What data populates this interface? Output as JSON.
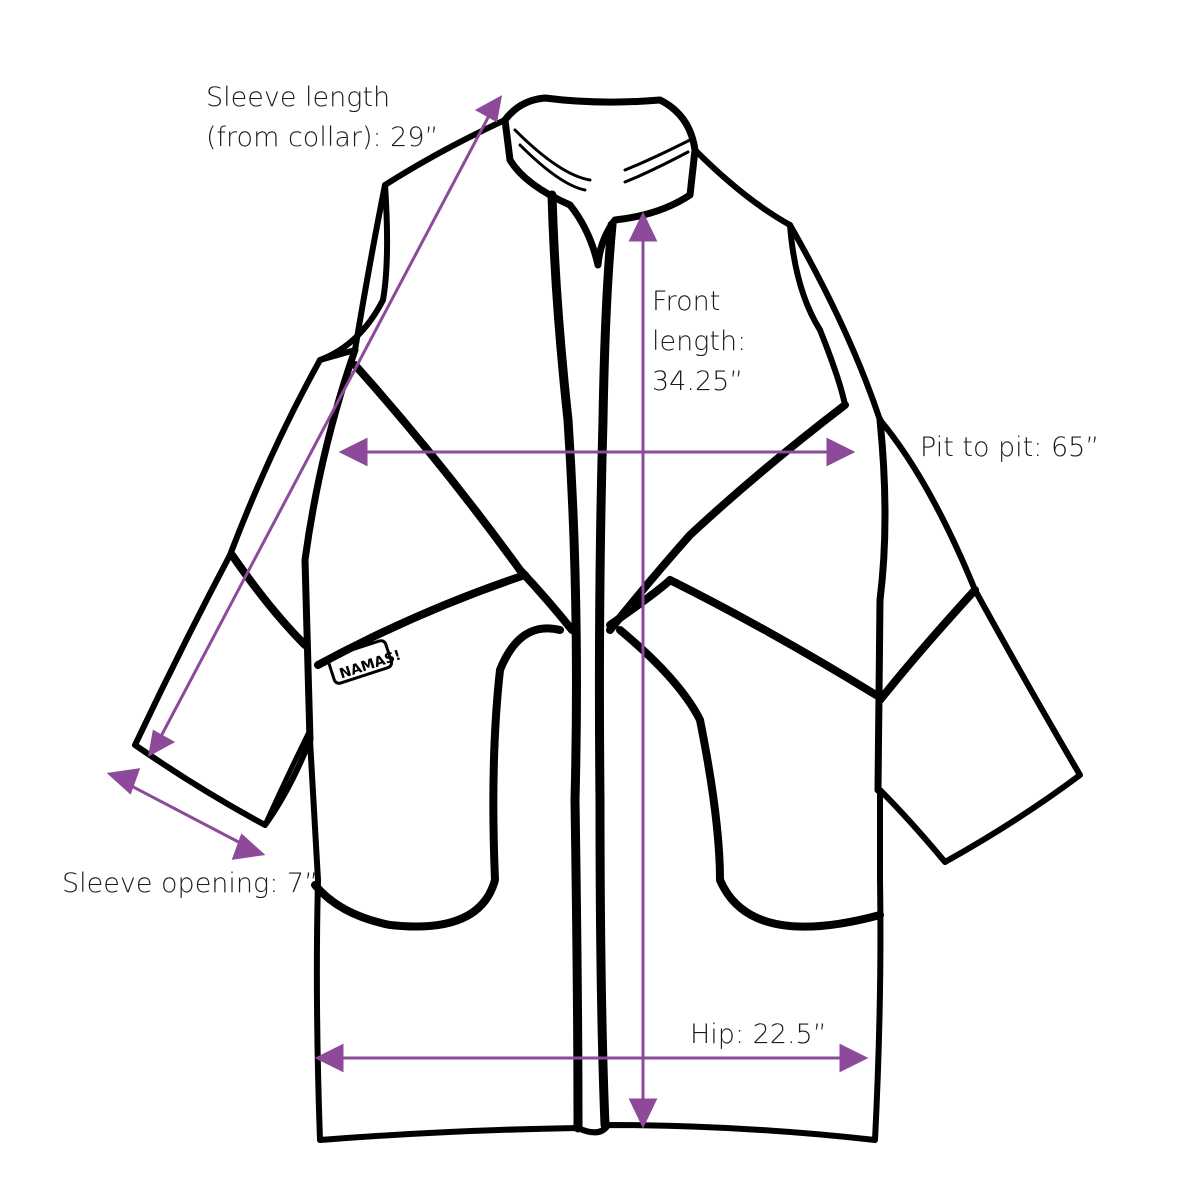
{
  "labels": {
    "sleeve_length_1": "Sleeve length",
    "sleeve_length_2": "(from collar): 29”",
    "front_length_1": "Front",
    "front_length_2": "length:",
    "front_length_3": "34.25”",
    "pit_to_pit": "Pit to pit: 65”",
    "sleeve_opening": "Sleeve opening: 7”",
    "hip": "Hip: 22.5”"
  },
  "tag_logo": "NAMAS!",
  "colors": {
    "arrow": "#8e4a9a",
    "outline": "#000000"
  }
}
